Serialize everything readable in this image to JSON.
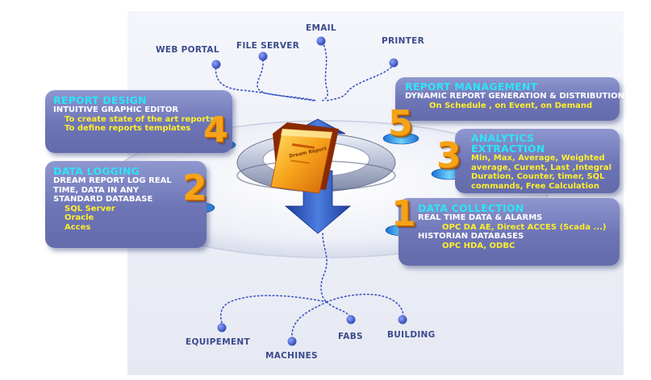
{
  "nodes": {
    "web_portal": "WEB PORTAL",
    "file_server": "FILE SERVER",
    "email": "EMAIL",
    "printer": "PRINTER",
    "equipement": "EQUIPEMENT",
    "machines": "MACHINES",
    "fabs": "FABS",
    "building": "BUILDING"
  },
  "panels": {
    "report_design": {
      "number": "4",
      "title": "REPORT DESIGN",
      "line1": "INTUITIVE GRAPHIC EDITOR",
      "hl1": "To create state of the art reports",
      "hl2": "To define reports templates"
    },
    "data_logging": {
      "number": "2",
      "title": "DATA LOGGING",
      "line1": "DREAM REPORT LOG REAL",
      "line2": "TIME, DATA IN ANY",
      "line3": "STANDARD DATABASE",
      "db1": "SQL Server",
      "db2": "Oracle",
      "db3": "Acces"
    },
    "report_management": {
      "number": "5",
      "title": "REPORT MANAGEMENT",
      "line1": "DYNAMIC REPORT GENERATION & DISTRIBUTION",
      "hl1": "On Schedule , on Event, on Demand"
    },
    "analytics_extraction": {
      "number": "3",
      "title": "ANALYTICS EXTRACTION",
      "hl1": "Min, Max, Average, Weighted",
      "hl2": "average, Curent, Last ,Integral",
      "hl3": "Duration, Counter, timer, SQL",
      "hl4": "commands, Free Calculation"
    },
    "data_collection": {
      "number": "1",
      "title": "DATA COLLECTION",
      "line1": "REAL TIME DATA & ALARMS",
      "hl1": "OPC DA AE, Direct ACCES (Scada ...)",
      "line2": "HISTORIAN DATABASES",
      "hl2": "OPC HDA, ODBC"
    }
  },
  "book_label": "Dream Report",
  "colors": {
    "panel": "#6d74b6",
    "title": "#2ee4f7",
    "highlight": "#ffee2e",
    "number": "#f5a318",
    "node_dot": "#4a5fc8",
    "arrow": "#2d50b8"
  }
}
